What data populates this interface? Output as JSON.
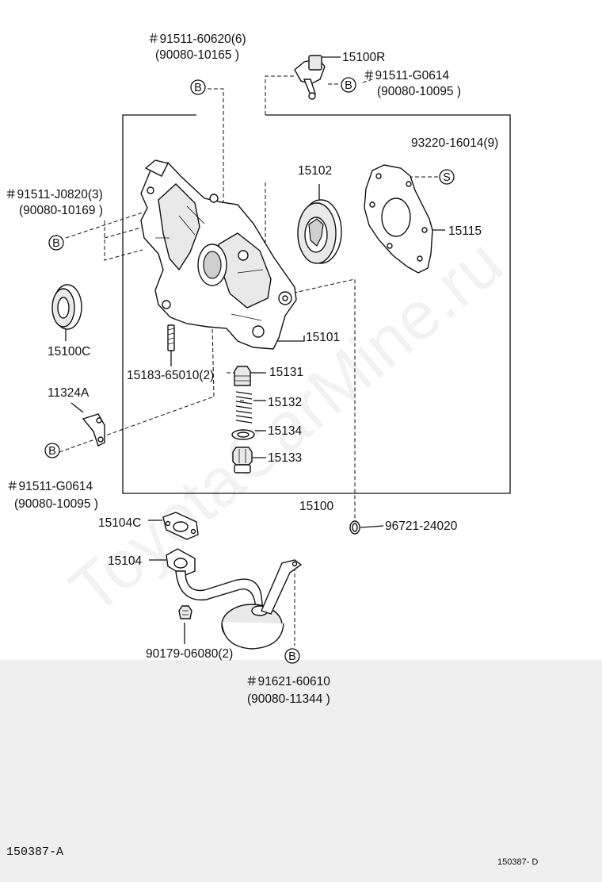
{
  "watermark": "ToyotaCarMine.ru",
  "labels": {
    "l_91511_60620": "＃91511-60620(6)",
    "l_90080_10165": "(90080-10165 )",
    "l_15100R": "15100R",
    "l_91511_G0614_top": "＃91511-G0614",
    "l_90080_10095_top": "(90080-10095 )",
    "l_93220": "93220-16014(9)",
    "l_15102": "15102",
    "l_15115": "15115",
    "l_91511_J0820": "＃91511-J0820(3)",
    "l_90080_10169": "(90080-10169 )",
    "l_15100C": "15100C",
    "l_15101": "15101",
    "l_15183": "15183-65010(2)",
    "l_15131": "15131",
    "l_15132": "15132",
    "l_11324A": "11324A",
    "l_15134": "15134",
    "l_15133": "15133",
    "l_91511_G0614_left": "＃91511-G0614",
    "l_90080_10095_left": "(90080-10095 )",
    "l_15100": "15100",
    "l_15104C": "15104C",
    "l_96721": "96721-24020",
    "l_15104": "15104",
    "l_90179": "90179-06080(2)",
    "l_91621": "＃91621-60610",
    "l_90080_11344": "(90080-11344 )"
  },
  "bubbles": {
    "b1": "B",
    "b2": "B",
    "b3": "B",
    "b4": "B",
    "b5": "B",
    "s1": "S"
  },
  "footer": {
    "left_code": "150387-A",
    "right_code": "150387- D"
  }
}
